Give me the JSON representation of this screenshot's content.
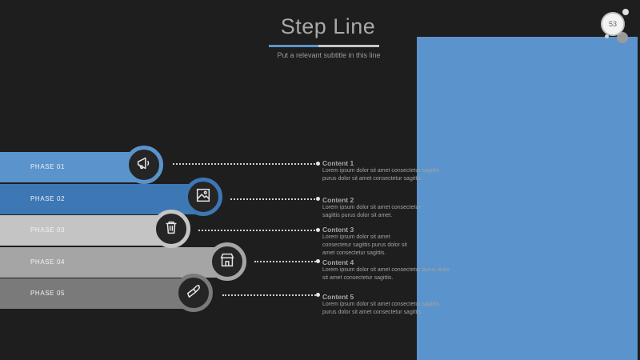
{
  "header": {
    "title": "Step Line",
    "subtitle": "Put a relevant subtitle in this line"
  },
  "page_number": "53",
  "colors": {
    "accent_blue": "#5b93cc",
    "dark_blue": "#3d77b4",
    "background": "#1e1e1e"
  },
  "phases": [
    {
      "label": "PHASE 01",
      "icon": "megaphone-icon",
      "color": "#5b93cc"
    },
    {
      "label": "PHASE 02",
      "icon": "image-icon",
      "color": "#3d77b4"
    },
    {
      "label": "PHASE 03",
      "icon": "trash-icon",
      "color": "#c4c4c4"
    },
    {
      "label": "PHASE 04",
      "icon": "storefront-icon",
      "color": "#a5a5a5"
    },
    {
      "label": "PHASE 05",
      "icon": "pen-bottle-icon",
      "color": "#7a7a7a"
    }
  ],
  "contents": [
    {
      "title": "Content 1",
      "text": "Lorem ipsum dolor sit amet consectetur sagittis purus dolor sit amet consectetur sagittis."
    },
    {
      "title": "Content 2",
      "text": "Lorem ipsum dolor sit amet consectetur sagittis purus dolor sit amet."
    },
    {
      "title": "Content 3",
      "text": "Lorem ipsum dolor sit amet consectetur sagittis purus dolor sit amet consectetur sagittis."
    },
    {
      "title": "Content 4",
      "text": "Lorem ipsum dolor sit amet consectetur purus dolor sit amet consectetur sagittis."
    },
    {
      "title": "Content 5",
      "text": "Lorem ipsum dolor sit amet consectetur sagittis purus dolor sit amet consectetur sagittis."
    }
  ]
}
